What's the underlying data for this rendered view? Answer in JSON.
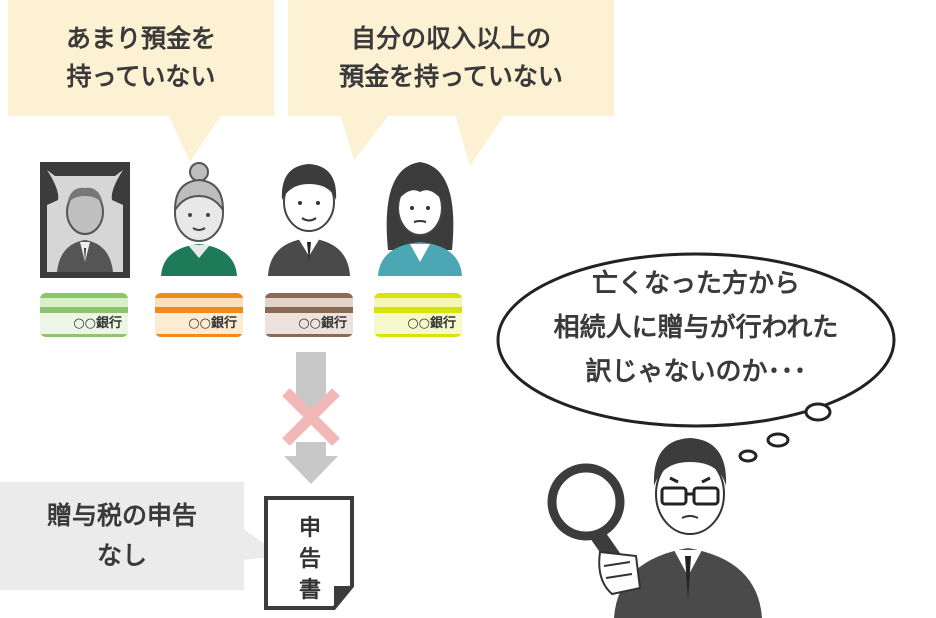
{
  "callouts": {
    "left": {
      "line1": "あまり預金を",
      "line2": "持っていない"
    },
    "right": {
      "line1": "自分の収入以上の",
      "line2": "預金を持っていない"
    }
  },
  "people": [
    {
      "name": "deceased-father",
      "bank_label": "○○銀行",
      "bank_color": "#8cc56e",
      "bank_stripe": "#d9efc9"
    },
    {
      "name": "grandmother",
      "bank_label": "○○銀行",
      "bank_color": "#f08a1c",
      "bank_stripe": "#fde0b8"
    },
    {
      "name": "son",
      "bank_label": "○○銀行",
      "bank_color": "#8b6a55",
      "bank_stripe": "#e3d3c8"
    },
    {
      "name": "daughter",
      "bank_label": "○○銀行",
      "bank_color": "#d8e30e",
      "bank_stripe": "#f4f8b4"
    }
  ],
  "no_declaration": {
    "line1": "贈与税の申告",
    "line2": "なし"
  },
  "document": {
    "chars": [
      "申",
      "告",
      "書"
    ]
  },
  "thought": {
    "line1": "亡くなった方から",
    "line2": "相続人に贈与が行われた",
    "line3": "訳じゃないのか･･･"
  },
  "colors": {
    "callout_bg": "#fdf1d3",
    "cross": "#f2b8b8",
    "arrow": "#c8c8c8",
    "dark": "#4a4a4a"
  }
}
